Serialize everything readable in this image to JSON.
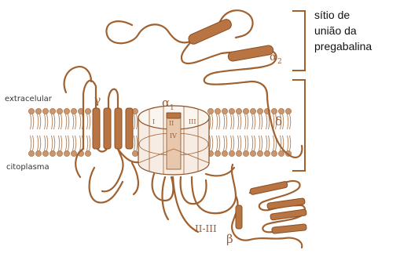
{
  "labels": {
    "extracellular": "extracelular",
    "cytoplasm": "citoplasma",
    "binding_site_line1": "sítio de",
    "binding_site_line2": "união da",
    "binding_site_line3": "pregabalina",
    "subunit_gamma": "γ",
    "subunit_alpha1": "α",
    "subunit_alpha1_sub": "1",
    "subunit_alpha2": "α",
    "subunit_alpha2_sub": "2",
    "subunit_delta": "δ",
    "subunit_beta": "β",
    "loop_label": "II-III",
    "domain_I": "I",
    "domain_II": "II",
    "domain_III": "III",
    "domain_IV": "IV"
  },
  "colors": {
    "protein": "#a0612f",
    "helix": "#b87443",
    "lipid_head": "#c99670"
  }
}
